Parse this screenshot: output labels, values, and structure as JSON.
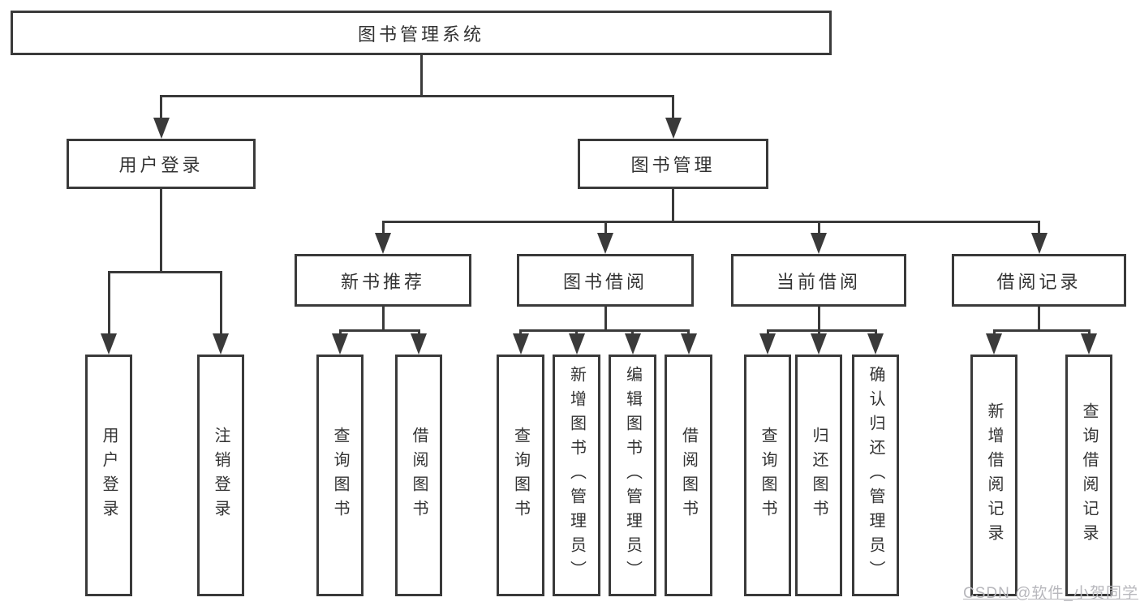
{
  "diagram_type": "functional-structure-tree",
  "tree": {
    "label": "图书管理系统",
    "children": [
      {
        "label": "用户登录",
        "children": [
          {
            "label": "用户登录"
          },
          {
            "label": "注销登录"
          }
        ]
      },
      {
        "label": "图书管理",
        "children": [
          {
            "label": "新书推荐",
            "children": [
              {
                "label": "查询图书"
              },
              {
                "label": "借阅图书"
              }
            ]
          },
          {
            "label": "图书借阅",
            "children": [
              {
                "label": "查询图书"
              },
              {
                "label": "新增图书（管理员）"
              },
              {
                "label": "编辑图书（管理员）"
              },
              {
                "label": "借阅图书"
              }
            ]
          },
          {
            "label": "当前借阅",
            "children": [
              {
                "label": "查询图书"
              },
              {
                "label": "归还图书"
              },
              {
                "label": "确认归还（管理员）"
              }
            ]
          },
          {
            "label": "借阅记录",
            "children": [
              {
                "label": "新增借阅记录"
              },
              {
                "label": "查询借阅记录"
              }
            ]
          }
        ]
      }
    ]
  },
  "watermark": {
    "text": "CSDN @软件_小贺同学"
  },
  "colors": {
    "line": "#3a3a3a",
    "text": "#333333",
    "background": "#ffffff",
    "watermark": "#b7b7bc"
  }
}
